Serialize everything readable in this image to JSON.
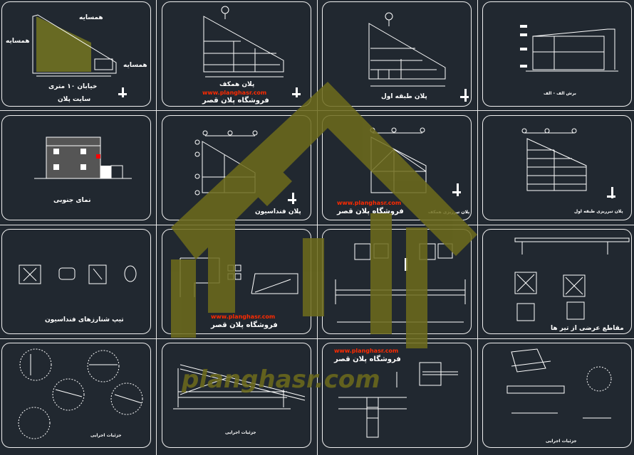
{
  "sheets": [
    {
      "title": "سایت پلان",
      "labels": [
        "همسایه",
        "همسایه",
        "همسایه",
        "خیابان ۱۰ متری"
      ]
    },
    {
      "title": "پلان همکف",
      "url": "www.planghasr.com",
      "shop": "فروشگاه پلان قصر"
    },
    {
      "title": "پلان طبقه اول"
    },
    {
      "title": "برش الف - الف"
    },
    {
      "title": "نمای جنوبی"
    },
    {
      "title": "پلان فنداسیون"
    },
    {
      "title": "پلان تیرریزی همکف",
      "url": "www.planghasr.com",
      "shop": "فروشگاه پلان قصر"
    },
    {
      "title": "پلان تیرریزی طبقه اول"
    },
    {
      "title": "تیپ شنارزهای فنداسیون"
    },
    {
      "title": "",
      "url": "www.planghasr.com",
      "shop": "فروشگاه پلان قصر"
    },
    {
      "title": ""
    },
    {
      "title": "مقاطع عرضی از تیر ها"
    },
    {
      "title": "جزئیات اجرایی"
    },
    {
      "title": "جزئیات اجرایی"
    },
    {
      "title": "",
      "url": "www.planghasr.com",
      "shop": "فروشگاه پلان قصر"
    },
    {
      "title": "جزئیات اجرایی"
    }
  ],
  "watermark": {
    "text": "planghasr.com",
    "color": "#6e6c1c"
  }
}
